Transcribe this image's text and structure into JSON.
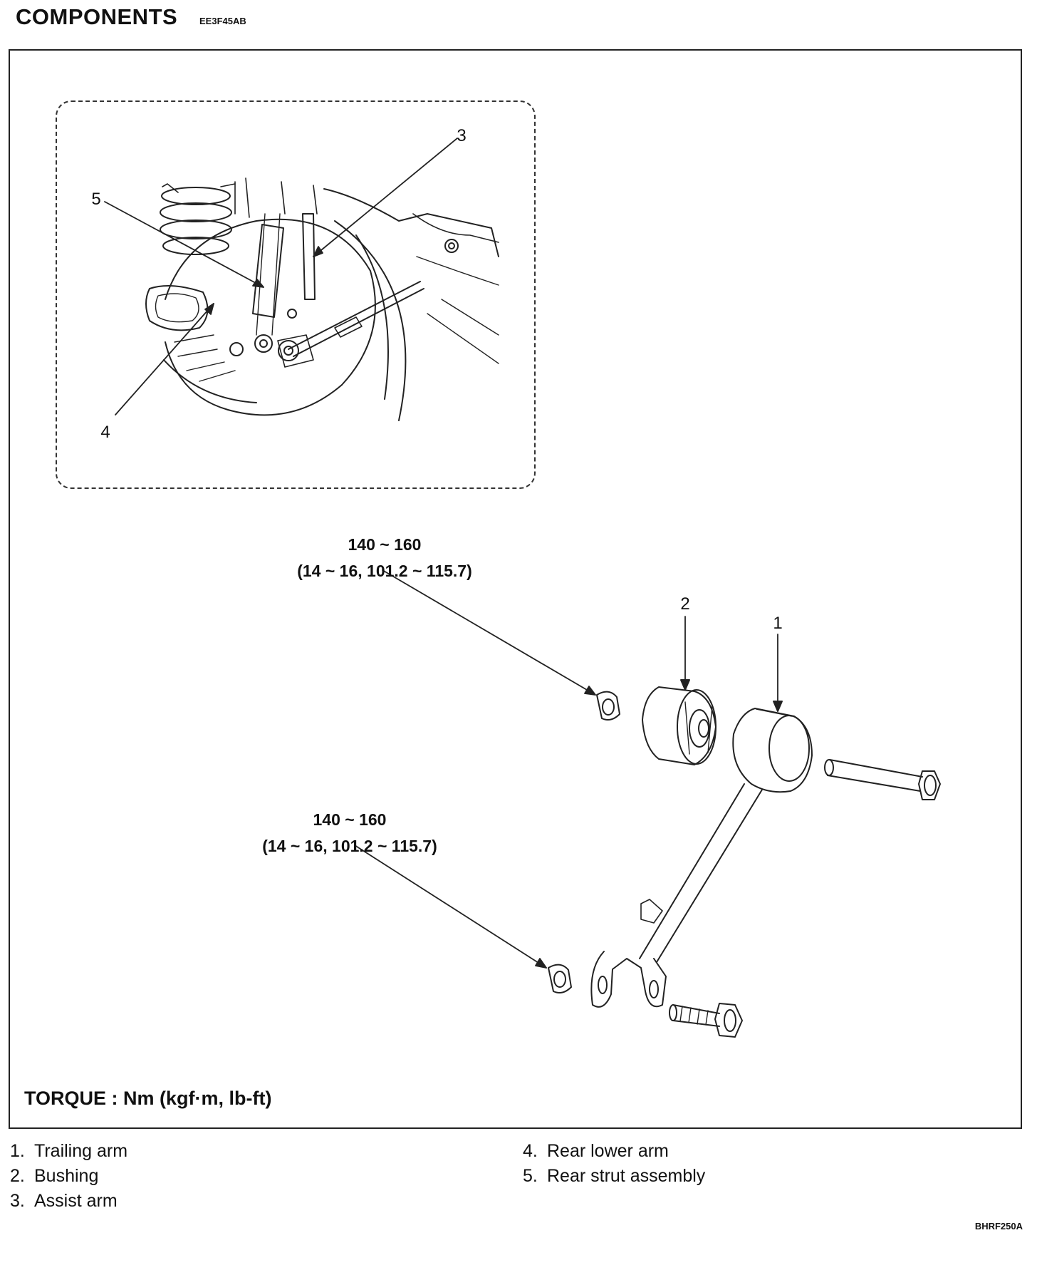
{
  "header": {
    "title": "COMPONENTS",
    "code": "EE3F45AB"
  },
  "callouts": [
    "1",
    "2",
    "3",
    "4",
    "5"
  ],
  "torque_specs": [
    {
      "value": "140 ~ 160",
      "sub": "(14 ~ 16, 101.2 ~ 115.7)"
    },
    {
      "value": "140 ~ 160",
      "sub": "(14 ~ 16, 101.2 ~ 115.7)"
    }
  ],
  "torque_label": "TORQUE : Nm (kgf·m, lb-ft)",
  "legend": [
    {
      "num": "1.",
      "text": "Trailing arm"
    },
    {
      "num": "2.",
      "text": "Bushing"
    },
    {
      "num": "3.",
      "text": "Assist arm"
    },
    {
      "num": "4.",
      "text": "Rear lower arm"
    },
    {
      "num": "5.",
      "text": "Rear strut assembly"
    }
  ],
  "figure_code": "BHRF250A"
}
